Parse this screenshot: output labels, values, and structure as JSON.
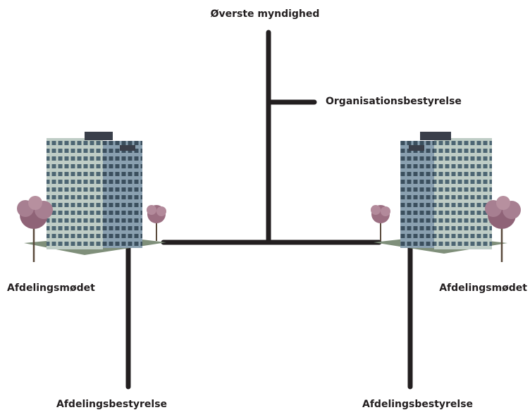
{
  "diagram": {
    "top_authority": "Øverste myndighed",
    "organization_board": "Organisationsbestyrelse",
    "left_meeting": "Afdelingsmødet",
    "right_meeting": "Afdelingsmødet",
    "left_board": "Afdelingsbestyrelse",
    "right_board": "Afdelingsbestyrelse"
  },
  "colors": {
    "line": "#231f20",
    "building_light": "#c9d6cf",
    "building_dark": "#8ea3b4",
    "tree_blossom": "#9c6f82"
  }
}
